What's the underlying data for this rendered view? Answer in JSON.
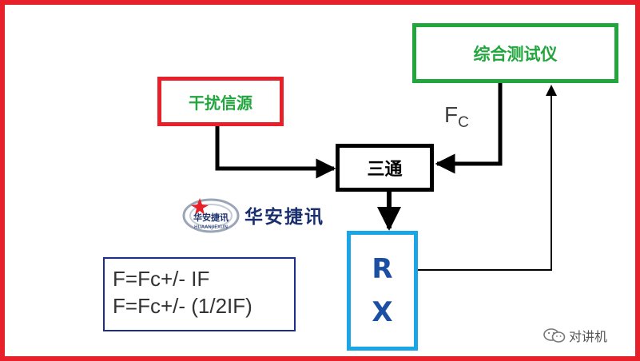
{
  "diagram": {
    "nodes": {
      "tester": "综合测试仪",
      "interference": "干扰信源",
      "three_way": "三通",
      "rx_top": "R",
      "rx_bottom": "X"
    },
    "fc_label": {
      "main": "F",
      "sub": "C"
    },
    "formulas": [
      "F=Fc+/- IF",
      "F=Fc+/- (1/2IF)"
    ],
    "edges": [
      {
        "from": "interference",
        "to": "three_way"
      },
      {
        "from": "tester",
        "to": "three_way",
        "label": "FC"
      },
      {
        "from": "three_way",
        "to": "rx"
      },
      {
        "from": "rx",
        "to": "tester"
      }
    ]
  },
  "logo": {
    "small_text": "华安捷讯",
    "small_subtext": "HUAANJIEXUN",
    "text": "华安捷讯"
  },
  "watermark": {
    "icon": "wechat-icon",
    "text": "对讲机"
  },
  "colors": {
    "frame": "#e8202a",
    "tester": "#20a63c",
    "interference_border": "#e8202a",
    "rx_border": "#1aa5e6",
    "formula_border": "#1f2d8a"
  }
}
